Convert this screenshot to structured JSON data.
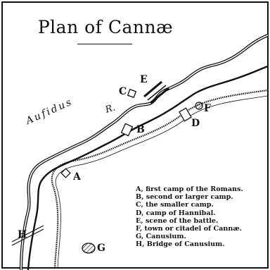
{
  "map": {
    "title": "Plan of Cannæ",
    "river": {
      "name": "Aufidus",
      "suffix": "R."
    },
    "markers": [
      {
        "key": "A",
        "label": "A"
      },
      {
        "key": "B",
        "label": "B"
      },
      {
        "key": "C",
        "label": "C"
      },
      {
        "key": "D",
        "label": "D"
      },
      {
        "key": "E",
        "label": "E"
      },
      {
        "key": "F",
        "label": "F"
      },
      {
        "key": "G",
        "label": "G"
      },
      {
        "key": "H",
        "label": "H"
      }
    ],
    "legend": [
      "A, first camp of the Romans.",
      "B, second or larger camp.",
      "C, the smaller camp.",
      "D, camp of Hannibal.",
      "E, scene of the battle.",
      "F, town or citadel of Cannæ.",
      "G, Canusium.",
      "H, Bridge of Canusium."
    ]
  }
}
